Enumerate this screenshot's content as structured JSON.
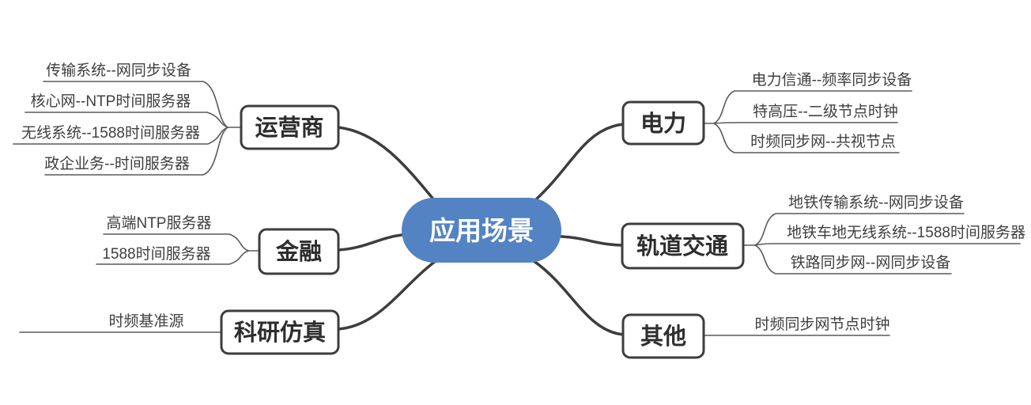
{
  "colors": {
    "accent": "#5383c3",
    "branch_line": "#3d3d3d",
    "leaf_line": "#5a5a5a",
    "node_border": "#3d3d3d",
    "leaf_text": "#3f3f3f",
    "background": "#ffffff"
  },
  "center": {
    "label": "应用场景"
  },
  "branches": [
    {
      "id": "operators",
      "label": "运营商",
      "leaves": [
        "传输系统--网同步设备",
        "核心网--NTP时间服务器",
        "无线系统--1588时间服务器",
        "政企业务--时间服务器"
      ]
    },
    {
      "id": "finance",
      "label": "金融",
      "leaves": [
        "高端NTP服务器",
        "1588时间服务器"
      ]
    },
    {
      "id": "research-simulation",
      "label": "科研仿真",
      "leaves": [
        "时频基准源"
      ]
    },
    {
      "id": "power",
      "label": "电力",
      "leaves": [
        "电力信通--频率同步设备",
        "特高压--二级节点时钟",
        "时频同步网--共视节点"
      ]
    },
    {
      "id": "rail-transit",
      "label": "轨道交通",
      "leaves": [
        "地铁传输系统--网同步设备",
        "地铁车地无线系统--1588时间服务器",
        "铁路同步网--网同步设备"
      ]
    },
    {
      "id": "other",
      "label": "其他",
      "leaves": [
        "时频同步网节点时钟"
      ]
    }
  ]
}
